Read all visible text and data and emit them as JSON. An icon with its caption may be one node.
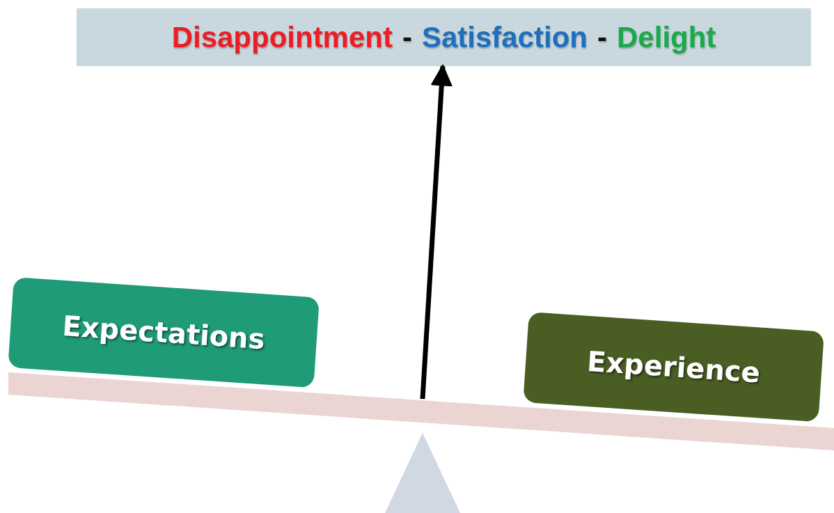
{
  "diagram": {
    "nodes": [
      {
        "text": [
          "Disappointment",
          "-",
          "Satisfaction",
          "-",
          "Delight"
        ]
      },
      {
        "text": [
          "Expectations"
        ]
      },
      {
        "text": [
          "Experience"
        ]
      },
      {
        "text": [],
        "shape": "bar"
      },
      {
        "text": [],
        "shape": "triangle"
      }
    ],
    "edges": [
      {
        "from": 3,
        "to": 0,
        "arrow": "to"
      }
    ]
  }
}
